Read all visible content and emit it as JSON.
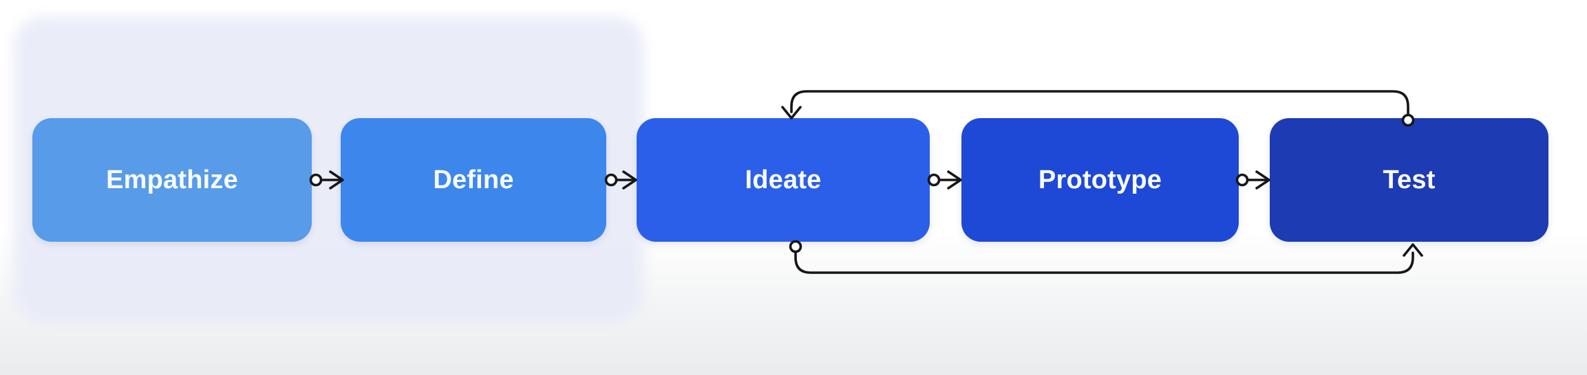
{
  "diagram": {
    "type": "flowchart",
    "stages": [
      {
        "id": "empathize",
        "label": "Empathize",
        "color": "#579BE9"
      },
      {
        "id": "define",
        "label": "Define",
        "color": "#3D87EC"
      },
      {
        "id": "ideate",
        "label": "Ideate",
        "color": "#2C5FE9"
      },
      {
        "id": "prototype",
        "label": "Prototype",
        "color": "#1E49D6"
      },
      {
        "id": "test",
        "label": "Test",
        "color": "#1D3CB3"
      }
    ],
    "flows": [
      {
        "from": "Empathize",
        "to": "Define",
        "route": "direct"
      },
      {
        "from": "Define",
        "to": "Ideate",
        "route": "direct"
      },
      {
        "from": "Ideate",
        "to": "Prototype",
        "route": "direct"
      },
      {
        "from": "Prototype",
        "to": "Test",
        "route": "direct"
      },
      {
        "from": "Test",
        "to": "Ideate",
        "route": "top-loop"
      },
      {
        "from": "Ideate",
        "to": "Test",
        "route": "bottom-loop"
      }
    ],
    "label_color": "#FFFFFF",
    "line_color": "#161616",
    "panel_color": "#E9ECF8",
    "background_top": "#FFFFFF",
    "background_bottom": "#EAECEE"
  }
}
